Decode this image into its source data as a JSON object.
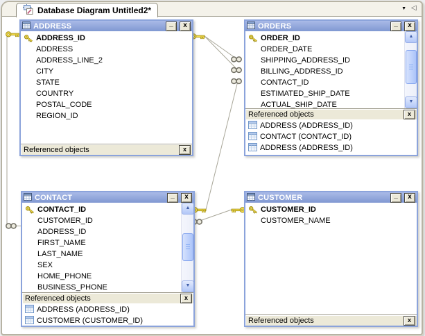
{
  "tab": {
    "title": "Database Diagram Untitled2*"
  },
  "tab_bar": {
    "dropdown_glyph": "▼",
    "scroll_left_glyph": "◁"
  },
  "window_controls": {
    "minimize": "_",
    "close": "x",
    "panel_close": "x"
  },
  "scrollbar": {
    "up_glyph": "▲",
    "down_glyph": "▼"
  },
  "tables": [
    {
      "name": "ADDRESS",
      "referenced_label": "Referenced objects",
      "fields": [
        {
          "name": "ADDRESS_ID",
          "pk": true
        },
        {
          "name": "ADDRESS",
          "pk": false
        },
        {
          "name": "ADDRESS_LINE_2",
          "pk": false
        },
        {
          "name": "CITY",
          "pk": false
        },
        {
          "name": "STATE",
          "pk": false
        },
        {
          "name": "COUNTRY",
          "pk": false
        },
        {
          "name": "POSTAL_CODE",
          "pk": false
        },
        {
          "name": "REGION_ID",
          "pk": false
        }
      ],
      "referenced_objects": []
    },
    {
      "name": "ORDERS",
      "referenced_label": "Referenced objects",
      "fields": [
        {
          "name": "ORDER_ID",
          "pk": true
        },
        {
          "name": "ORDER_DATE",
          "pk": false
        },
        {
          "name": "SHIPPING_ADDRESS_ID",
          "pk": false
        },
        {
          "name": "BILLING_ADDRESS_ID",
          "pk": false
        },
        {
          "name": "CONTACT_ID",
          "pk": false
        },
        {
          "name": "ESTIMATED_SHIP_DATE",
          "pk": false
        },
        {
          "name": "ACTUAL_SHIP_DATE",
          "pk": false
        }
      ],
      "referenced_objects": [
        "ADDRESS (ADDRESS_ID)",
        "CONTACT (CONTACT_ID)",
        "ADDRESS (ADDRESS_ID)"
      ]
    },
    {
      "name": "CONTACT",
      "referenced_label": "Referenced objects",
      "fields": [
        {
          "name": "CONTACT_ID",
          "pk": true
        },
        {
          "name": "CUSTOMER_ID",
          "pk": false
        },
        {
          "name": "ADDRESS_ID",
          "pk": false
        },
        {
          "name": "FIRST_NAME",
          "pk": false
        },
        {
          "name": "LAST_NAME",
          "pk": false
        },
        {
          "name": "SEX",
          "pk": false
        },
        {
          "name": "HOME_PHONE",
          "pk": false
        },
        {
          "name": "BUSINESS_PHONE",
          "pk": false
        }
      ],
      "referenced_objects": [
        "ADDRESS (ADDRESS_ID)",
        "CUSTOMER (CUSTOMER_ID)"
      ]
    },
    {
      "name": "CUSTOMER",
      "referenced_label": "Referenced objects",
      "fields": [
        {
          "name": "CUSTOMER_ID",
          "pk": true
        },
        {
          "name": "CUSTOMER_NAME",
          "pk": false
        }
      ],
      "referenced_objects": []
    }
  ],
  "relationships": [
    {
      "one_side": "ADDRESS",
      "many_side": "ORDERS"
    },
    {
      "one_side": "ADDRESS",
      "many_side": "ORDERS"
    },
    {
      "one_side": "CONTACT",
      "many_side": "ORDERS"
    },
    {
      "one_side": "CUSTOMER",
      "many_side": "CONTACT"
    },
    {
      "one_side": "ADDRESS",
      "many_side": "CONTACT"
    }
  ],
  "colors": {
    "titlebar_blue": "#8ba2d9",
    "window_border": "#8ba3db",
    "panel_beige": "#ece9d8",
    "connector_line": "#a8a698",
    "key_gold": "#f7df4e"
  }
}
